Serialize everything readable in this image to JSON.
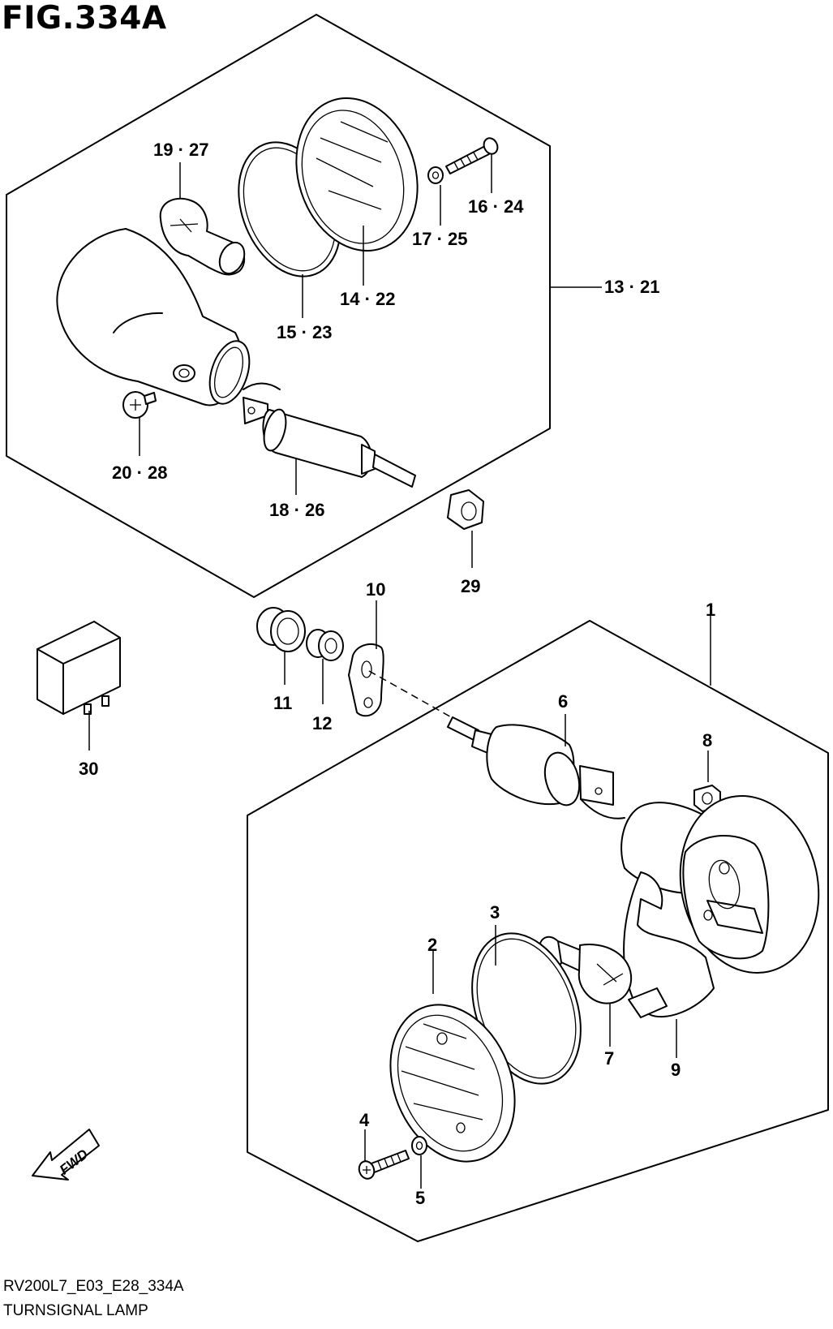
{
  "figure": {
    "title": "FIG.334A",
    "code": "RV200L7_E03_E28_334A",
    "caption": "TURNSIGNAL LAMP"
  },
  "callouts": {
    "c_1": "1",
    "c_2": "2",
    "c_3": "3",
    "c_4": "4",
    "c_5": "5",
    "c_6": "6",
    "c_7": "7",
    "c_8": "8",
    "c_9": "9",
    "c_10": "10",
    "c_11": "11",
    "c_12": "12",
    "c_13_21": "13 · 21",
    "c_14_22": "14 · 22",
    "c_15_23": "15 · 23",
    "c_16_24": "16 · 24",
    "c_17_25": "17 · 25",
    "c_18_26": "18 · 26",
    "c_19_27": "19 · 27",
    "c_20_28": "20 · 28",
    "c_29": "29",
    "c_30": "30"
  },
  "fwd_marker": "FWD"
}
